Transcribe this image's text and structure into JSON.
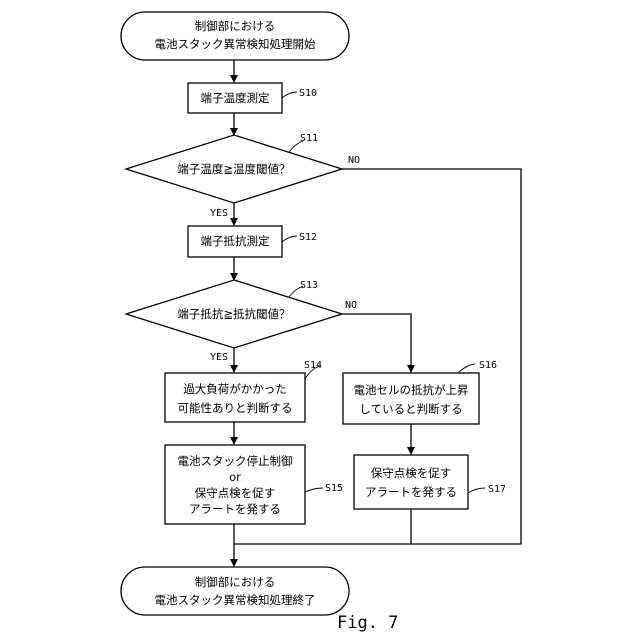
{
  "flowchart": {
    "start": [
      "制御部における",
      "電池スタック異常検知処理開始"
    ],
    "s10": {
      "label": "S10",
      "text": [
        "端子温度測定"
      ]
    },
    "s11": {
      "label": "S11",
      "text": [
        "端子温度≧温度閾値？"
      ],
      "no": "NO",
      "yes": "YES"
    },
    "s12": {
      "label": "S12",
      "text": [
        "端子抵抗測定"
      ]
    },
    "s13": {
      "label": "S13",
      "text": [
        "端子抵抗≧抵抗閾値？"
      ],
      "no": "NO",
      "yes": "YES"
    },
    "s14": {
      "label": "S14",
      "text": [
        "過大負荷がかかった",
        "可能性ありと判断する"
      ]
    },
    "s15": {
      "label": "S15",
      "text": [
        "電池スタック停止制御",
        "or",
        "保守点検を促す",
        "アラートを発する"
      ]
    },
    "s16": {
      "label": "S16",
      "text": [
        "電池セルの抵抗が上昇",
        "していると判断する"
      ]
    },
    "s17": {
      "label": "S17",
      "text": [
        "保守点検を促す",
        "アラートを発する"
      ]
    },
    "end": [
      "制御部における",
      "電池スタック異常検知処理終了"
    ]
  },
  "figure_label": "Fig. 7"
}
